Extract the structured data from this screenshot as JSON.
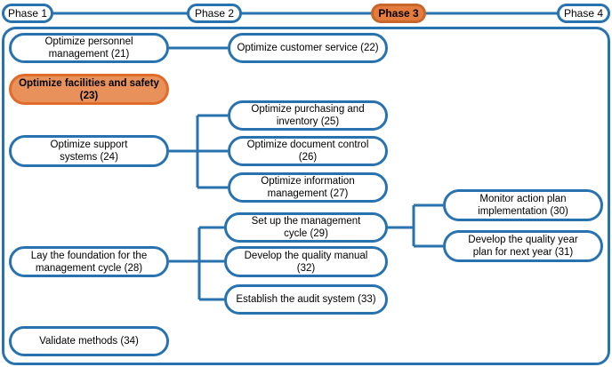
{
  "phases": [
    "Phase 1",
    "Phase 2",
    "Phase 3",
    "Phase 4"
  ],
  "active_phase": "Phase 3",
  "colors": {
    "line": "#2873AF",
    "highlight_fill": "#E8915A",
    "highlight_border": "#E06B2A",
    "active_phase_fill": "#E47C3D"
  },
  "nodes": {
    "n21": "Optimize personnel\nmanagement (21)",
    "n22": "Optimize customer service (22)",
    "n23": "Optimize facilities and safety\n(23)",
    "n24": "Optimize support\nsystems (24)",
    "n25": "Optimize purchasing and\ninventory (25)",
    "n26": "Optimize document control\n(26)",
    "n27": "Optimize information\nmanagement (27)",
    "n28": "Lay the foundation for the\nmanagement cycle (28)",
    "n29": "Set up the management\ncycle (29)",
    "n30": "Monitor action plan\nimplementation (30)",
    "n31": "Develop the quality year\nplan for next year (31)",
    "n32": "Develop the quality manual\n(32)",
    "n33": "Establish the audit system (33)",
    "n34": "Validate methods (34)"
  }
}
